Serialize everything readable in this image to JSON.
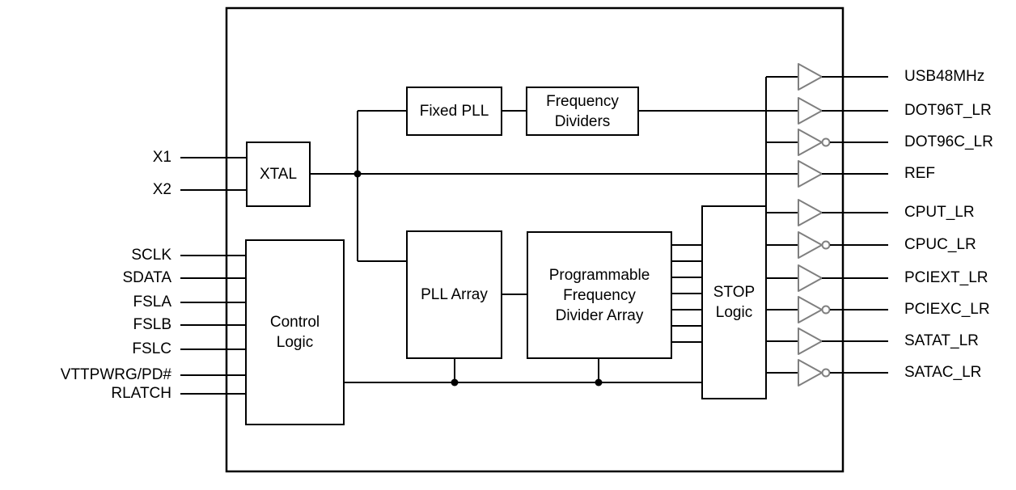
{
  "diagram": {
    "inputs": [
      {
        "label": "X1"
      },
      {
        "label": "X2"
      },
      {
        "label": "SCLK"
      },
      {
        "label": "SDATA"
      },
      {
        "label": "FSLA"
      },
      {
        "label": "FSLB"
      },
      {
        "label": "FSLC"
      },
      {
        "label": "VTTPWRG/PD#"
      },
      {
        "label": "RLATCH"
      }
    ],
    "blocks": {
      "xtal": {
        "label": "XTAL"
      },
      "fixed_pll": {
        "label": "Fixed PLL"
      },
      "frequency_dividers": {
        "label": "Frequency\nDividers"
      },
      "control_logic": {
        "label": "Control\nLogic"
      },
      "pll_array": {
        "label": "PLL Array"
      },
      "programmable_frequency_divider_array": {
        "label": "Programmable\nFrequency\nDivider Array"
      },
      "stop_logic": {
        "label": "STOP\nLogic"
      }
    },
    "outputs": [
      {
        "label": "USB48MHz",
        "inverted": false
      },
      {
        "label": "DOT96T_LR",
        "inverted": false
      },
      {
        "label": "DOT96C_LR",
        "inverted": true
      },
      {
        "label": "REF",
        "inverted": false
      },
      {
        "label": "CPUT_LR",
        "inverted": false
      },
      {
        "label": "CPUC_LR",
        "inverted": true
      },
      {
        "label": "PCIEXT_LR",
        "inverted": false
      },
      {
        "label": "PCIEXC_LR",
        "inverted": true
      },
      {
        "label": "SATAT_LR",
        "inverted": false
      },
      {
        "label": "SATAC_LR",
        "inverted": true
      }
    ],
    "colors": {
      "line": "#000000",
      "buffer_outline": "#7f7f7f",
      "background": "#ffffff",
      "text": "#000000"
    }
  }
}
